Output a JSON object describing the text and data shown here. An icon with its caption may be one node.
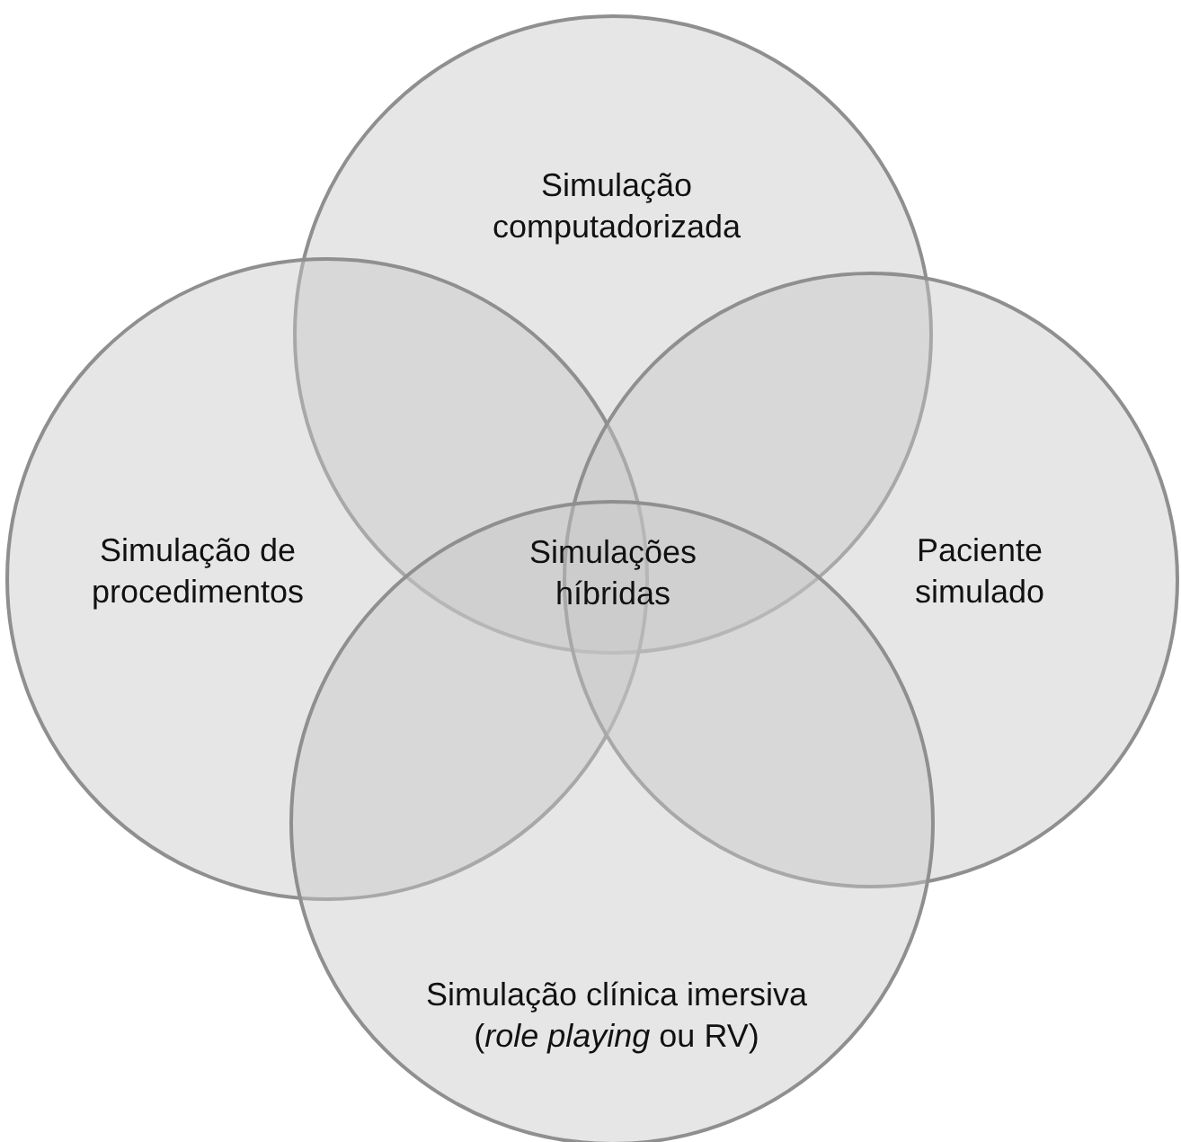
{
  "diagram": {
    "nodes": [
      {
        "text": [
          "Simulação computadorizada"
        ]
      },
      {
        "text": [
          "Simulação de procedimentos"
        ]
      },
      {
        "text": [
          "Paciente simulado"
        ]
      },
      {
        "text": [
          "Simulação clínica imersiva (*role playing* ou RV)"
        ]
      }
    ],
    "labels": [
      "Simulações híbridas"
    ]
  }
}
